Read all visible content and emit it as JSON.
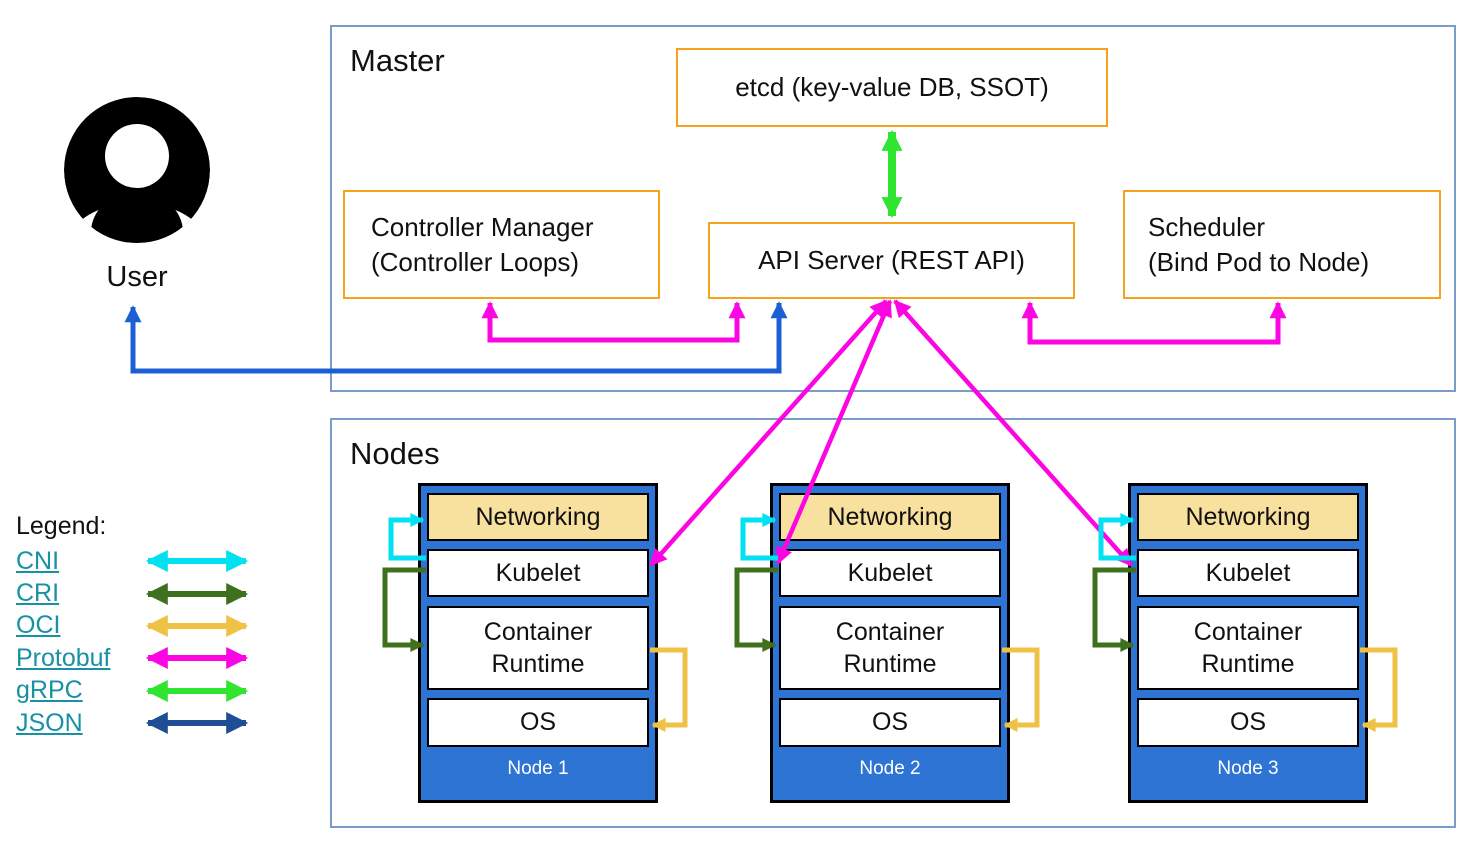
{
  "master": {
    "title": "Master",
    "etcd_label": "etcd (key-value DB, SSOT)",
    "api_server_label": "API Server (REST API)",
    "controller_manager": {
      "line1": "Controller Manager",
      "line2": "(Controller Loops)"
    },
    "scheduler": {
      "line1": "Scheduler",
      "line2": "(Bind Pod to Node)"
    }
  },
  "user": {
    "label": "User"
  },
  "nodes_section": {
    "title": "Nodes",
    "nodes": [
      {
        "name": "Node 1",
        "layers": [
          "Networking",
          "Kubelet",
          "Container Runtime",
          "OS"
        ]
      },
      {
        "name": "Node 2",
        "layers": [
          "Networking",
          "Kubelet",
          "Container Runtime",
          "OS"
        ]
      },
      {
        "name": "Node 3",
        "layers": [
          "Networking",
          "Kubelet",
          "Container Runtime",
          "OS"
        ]
      }
    ]
  },
  "legend": {
    "title": "Legend:",
    "items": [
      {
        "label": "CNI",
        "color": "#00E1F2"
      },
      {
        "label": "CRI",
        "color": "#3E701E"
      },
      {
        "label": "OCI",
        "color": "#EFC144"
      },
      {
        "label": "Protobuf",
        "color": "#FB06E2"
      },
      {
        "label": "gRPC",
        "color": "#2FE52F"
      },
      {
        "label": "JSON",
        "color": "#1F4E96"
      }
    ]
  },
  "connections": [
    {
      "from": "User",
      "to": "API Server",
      "protocol": "JSON"
    },
    {
      "from": "Controller Manager",
      "to": "API Server",
      "protocol": "Protobuf"
    },
    {
      "from": "API Server",
      "to": "Scheduler",
      "protocol": "Protobuf"
    },
    {
      "from": "etcd",
      "to": "API Server",
      "protocol": "gRPC"
    },
    {
      "from": "API Server",
      "to": "Node 1 Kubelet",
      "protocol": "Protobuf"
    },
    {
      "from": "API Server",
      "to": "Node 2 Kubelet",
      "protocol": "Protobuf"
    },
    {
      "from": "API Server",
      "to": "Node 3 Kubelet",
      "protocol": "Protobuf"
    },
    {
      "from": "Kubelet",
      "to": "Networking",
      "protocol": "CNI",
      "scope": "each node"
    },
    {
      "from": "Kubelet",
      "to": "Container Runtime",
      "protocol": "CRI",
      "scope": "each node"
    },
    {
      "from": "Container Runtime",
      "to": "OS",
      "protocol": "OCI",
      "scope": "each node"
    }
  ],
  "colors": {
    "user_api_link": "#1C5FD4",
    "orange_box_border": "#F6A21D",
    "section_border": "#7A9CCB",
    "node_fill": "#2E74D4",
    "networking_fill": "#F8E19E",
    "legend_link": "#1791A3",
    "node_label_text": "#FFFFFF"
  }
}
